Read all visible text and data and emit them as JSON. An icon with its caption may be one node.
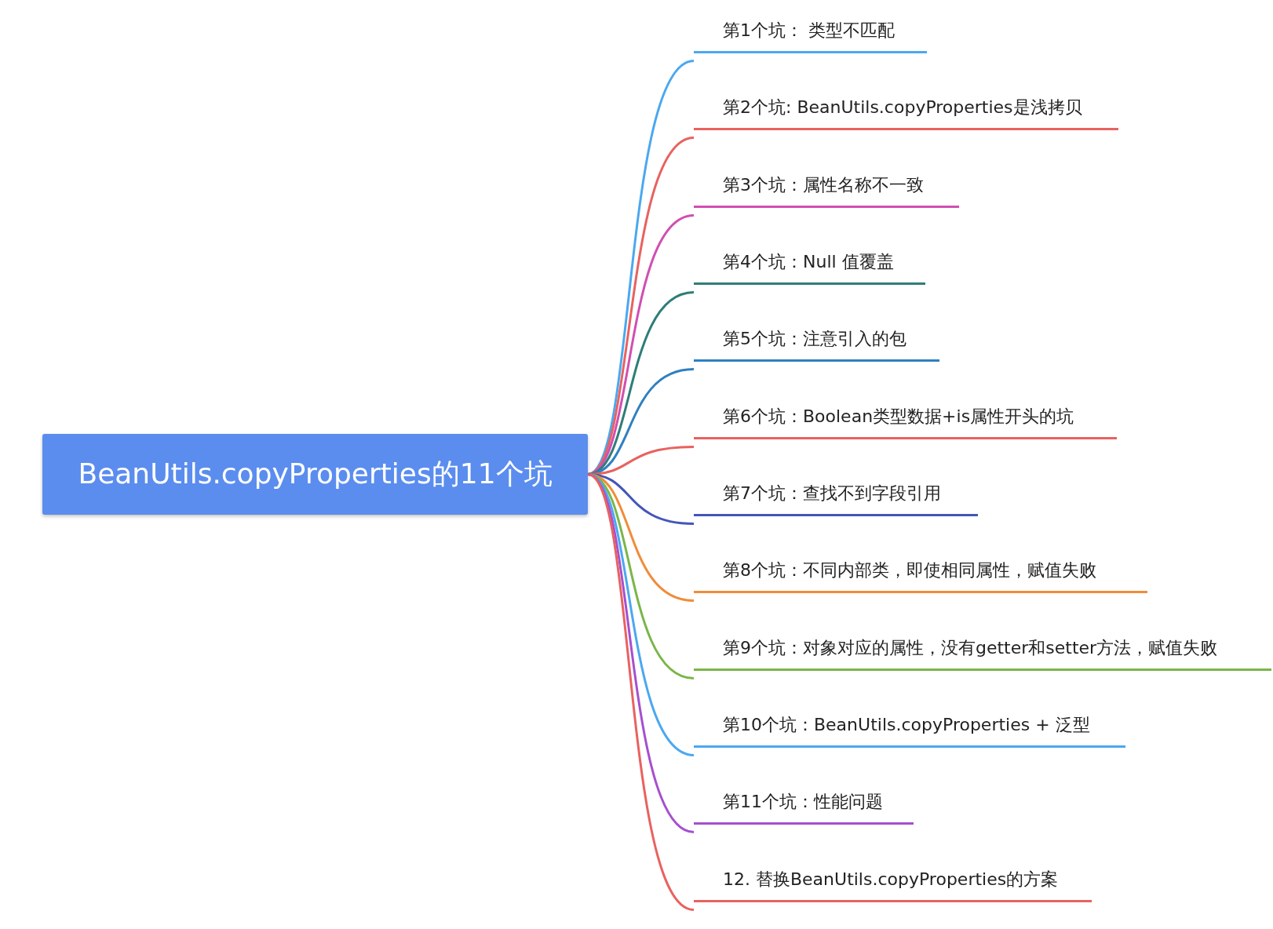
{
  "diagram": {
    "nodes": [
      {
        "text": [
          "BeanUtils.copyProperties的11个坑"
        ]
      },
      {
        "text": [
          "第1个坑： 类型不匹配"
        ]
      },
      {
        "text": [
          "第2个坑: BeanUtils.copyProperties是浅拷贝"
        ]
      },
      {
        "text": [
          "第3个坑：属性名称不一致"
        ]
      },
      {
        "text": [
          "第4个坑：Null 值覆盖"
        ]
      },
      {
        "text": [
          "第5个坑：注意引入的包"
        ]
      },
      {
        "text": [
          "第6个坑：Boolean类型数据+is属性开头的坑"
        ]
      },
      {
        "text": [
          "第7个坑：查找不到字段引用"
        ]
      },
      {
        "text": [
          "第8个坑：不同内部类，即使相同属性，赋值失败"
        ]
      },
      {
        "text": [
          "第9个坑：对象对应的属性，没有getter和setter方法，赋值失败"
        ]
      },
      {
        "text": [
          "第10个坑：BeanUtils.copyProperties + 泛型"
        ]
      },
      {
        "text": [
          "第11个坑：性能问题"
        ]
      },
      {
        "text": [
          "12. 替换BeanUtils.copyProperties的方案"
        ]
      }
    ],
    "edges": [
      {
        "from": 0,
        "to": 1,
        "arrow": "none",
        "color": "#4aa8f0"
      },
      {
        "from": 0,
        "to": 2,
        "arrow": "none",
        "color": "#e8625f"
      },
      {
        "from": 0,
        "to": 3,
        "arrow": "none",
        "color": "#d14fb0"
      },
      {
        "from": 0,
        "to": 4,
        "arrow": "none",
        "color": "#2e7d78"
      },
      {
        "from": 0,
        "to": 5,
        "arrow": "none",
        "color": "#2f80c0"
      },
      {
        "from": 0,
        "to": 6,
        "arrow": "none",
        "color": "#e8625f"
      },
      {
        "from": 0,
        "to": 7,
        "arrow": "none",
        "color": "#4356b8"
      },
      {
        "from": 0,
        "to": 8,
        "arrow": "none",
        "color": "#f08c3a"
      },
      {
        "from": 0,
        "to": 9,
        "arrow": "none",
        "color": "#7ab648"
      },
      {
        "from": 0,
        "to": 10,
        "arrow": "none",
        "color": "#4aa8f0"
      },
      {
        "from": 0,
        "to": 11,
        "arrow": "none",
        "color": "#a64fd0"
      },
      {
        "from": 0,
        "to": 12,
        "arrow": "none",
        "color": "#e8625f"
      }
    ]
  }
}
